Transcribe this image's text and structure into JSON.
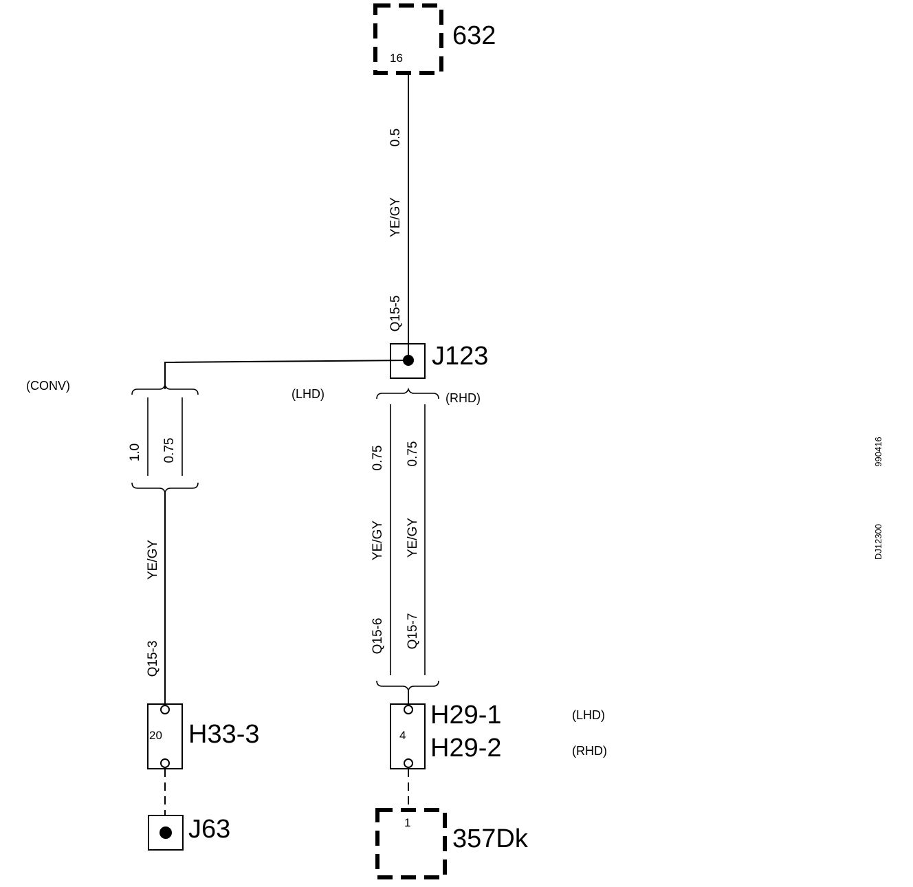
{
  "components": {
    "c632": {
      "name": "632",
      "pin": "16"
    },
    "j123": {
      "name": "J123"
    },
    "h33": {
      "name": "H33-3",
      "pin": "20"
    },
    "h29": {
      "name1": "H29-1",
      "name2": "H29-2",
      "pin": "4"
    },
    "j63": {
      "name": "J63"
    },
    "c357": {
      "name": "357Dk",
      "pin": "1"
    }
  },
  "wires": {
    "top": {
      "size": "0.5",
      "color": "YE/GY",
      "circuit": "Q15-5"
    },
    "left": {
      "size_a": "1.0",
      "size_b": "0.75",
      "color": "YE/GY",
      "circuit": "Q15-3"
    },
    "lhd": {
      "size": "0.75",
      "color": "YE/GY",
      "circuit": "Q15-6"
    },
    "rhd": {
      "size": "0.75",
      "color": "YE/GY",
      "circuit": "Q15-7"
    }
  },
  "variants": {
    "conv": "(CONV)",
    "lhd": "(LHD)",
    "rhd": "(RHD)",
    "h29_lhd": "(LHD)",
    "h29_rhd": "(RHD)"
  },
  "margin": {
    "date": "990416",
    "ref": "DJ12300"
  }
}
